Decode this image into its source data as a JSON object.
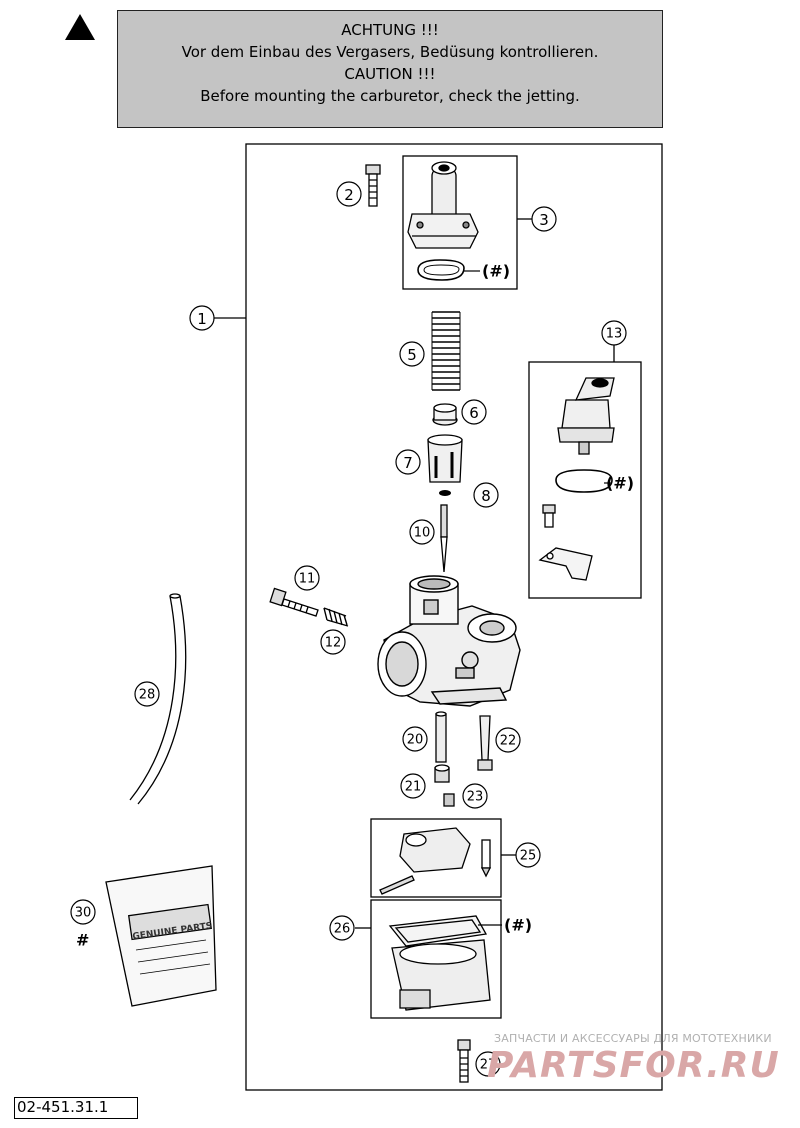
{
  "header": {
    "line1": "ACHTUNG !!!",
    "line2": "Vor dem Einbau des Vergasers, Bedüsung kontrollieren.",
    "line3": "CAUTION !!!",
    "line4": "Before mounting the carburetor, check the jetting."
  },
  "icons": {
    "warning": "warning-triangle-icon"
  },
  "callouts": {
    "c1": "1",
    "c2": "2",
    "c3": "3",
    "c5": "5",
    "c6": "6",
    "c7": "7",
    "c8": "8",
    "c10": "10",
    "c11": "11",
    "c12": "12",
    "c13": "13",
    "c20": "20",
    "c21": "21",
    "c22": "22",
    "c23": "23",
    "c25": "25",
    "c26": "26",
    "c27": "27",
    "c28": "28",
    "c30": "30"
  },
  "hash_marks": {
    "h3": "(#)",
    "h13": "(#)",
    "h26": "(#)",
    "h30": "#"
  },
  "bag_label": "GENUINE PARTS",
  "part_code": "02-451.31.1",
  "watermark": {
    "subtitle": "ЗАПЧАСТИ И АКСЕССУАРЫ ДЛЯ МОТОТЕХНИКИ",
    "logo": "PARTSFOR.RU"
  }
}
